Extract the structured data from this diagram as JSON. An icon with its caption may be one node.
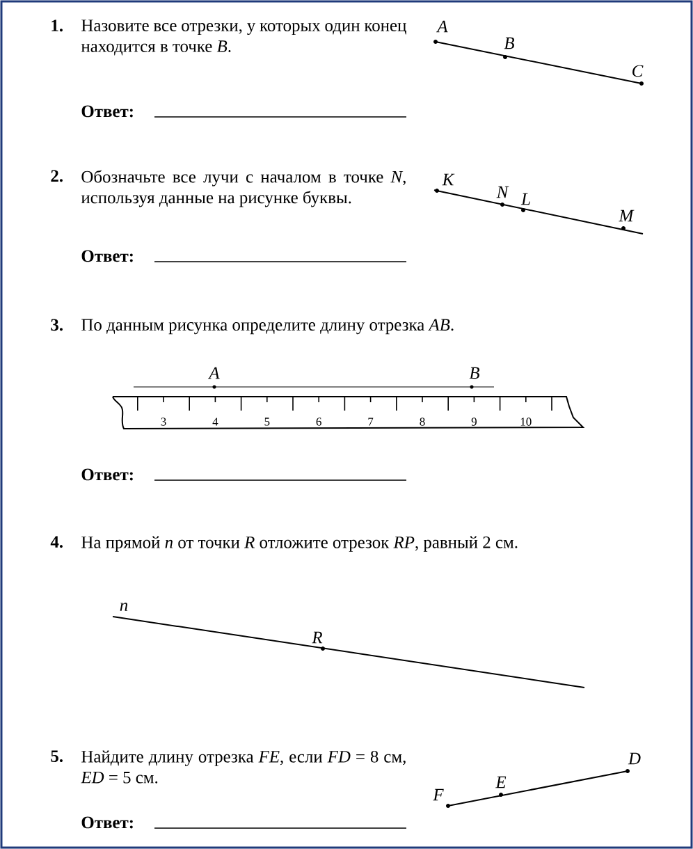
{
  "diagram": {
    "labels": [
      "1.",
      "Назовите все отрезки, у которых один конец находится в точке *B*.",
      "A",
      "B",
      "C",
      "Ответ:",
      "2.",
      "Обозначьте все лучи с началом в точке *N*, используя данные на рисунке буквы.",
      "K",
      "N",
      "L",
      "M",
      "Ответ:",
      "3.",
      "По данным рисунка определите длину отрезка *AB*.",
      "A",
      "B",
      "3",
      "4",
      "5",
      "6",
      "7",
      "8",
      "9",
      "10",
      "Ответ:",
      "4.",
      "На прямой *n* от точки *R* отложите отрезок *RP*, равный 2 см.",
      "n",
      "R",
      "5.",
      "Найдите длину отрезка *FE*, если *FD* = 8 см, *ED* = 5 см.",
      "D",
      "E",
      "F",
      "Ответ:"
    ]
  }
}
